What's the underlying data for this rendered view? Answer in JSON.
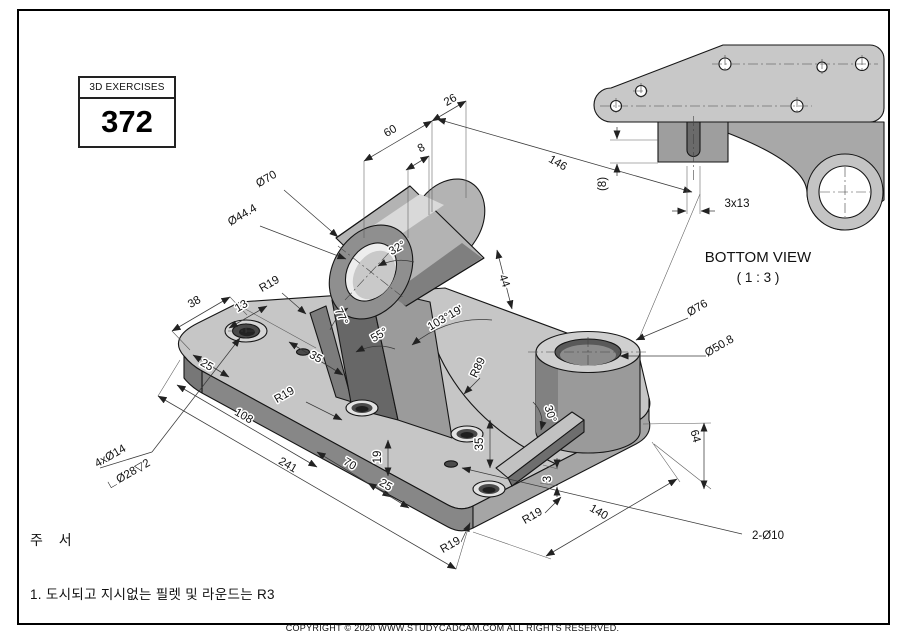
{
  "title_block": {
    "series": "3D EXERCISES",
    "number": "372"
  },
  "notes": {
    "heading": "주  서",
    "line1": "1. 도시되고 지시없는 필렛 및 라운드는 R3"
  },
  "footer": {
    "copyright": "COPYRIGHT © 2020 WWW.STUDYCADCAM.COM ALL RIGHTS RESERVED."
  },
  "bottom_view": {
    "label": "BOTTOM VIEW",
    "scale": "( 1 : 3 )",
    "dims": {
      "boss_height": "(8)",
      "slot": "3x13"
    }
  },
  "dims": {
    "d26": "26",
    "d60": "60",
    "d8": "8",
    "d146": "146",
    "dia70": "Ø70",
    "dia44_4": "Ø44.4",
    "r19": "R19",
    "a32": "32°",
    "d38": "38",
    "d13": "13",
    "d25": "25",
    "d35": "35",
    "d108": "108",
    "d241": "241",
    "d70": "70",
    "d19": "19",
    "holes4": "4xØ14",
    "cbore": "∟Ø28▽2",
    "a55": "55°",
    "a77": "77°",
    "a103": "103°19'",
    "r89": "R89",
    "d44": "44",
    "a30": "30°",
    "dia76": "Ø76",
    "dia50_8": "Ø50.8",
    "d64": "64",
    "d3": "3",
    "d140": "140",
    "holes2": "2-Ø10"
  },
  "colors": {
    "part_light": "#c6c6c6",
    "part_mid": "#9b9b9b",
    "part_dark": "#6b6b6b",
    "edge": "#161616",
    "dimension": "#3a3a3a",
    "background": "#ffffff"
  }
}
